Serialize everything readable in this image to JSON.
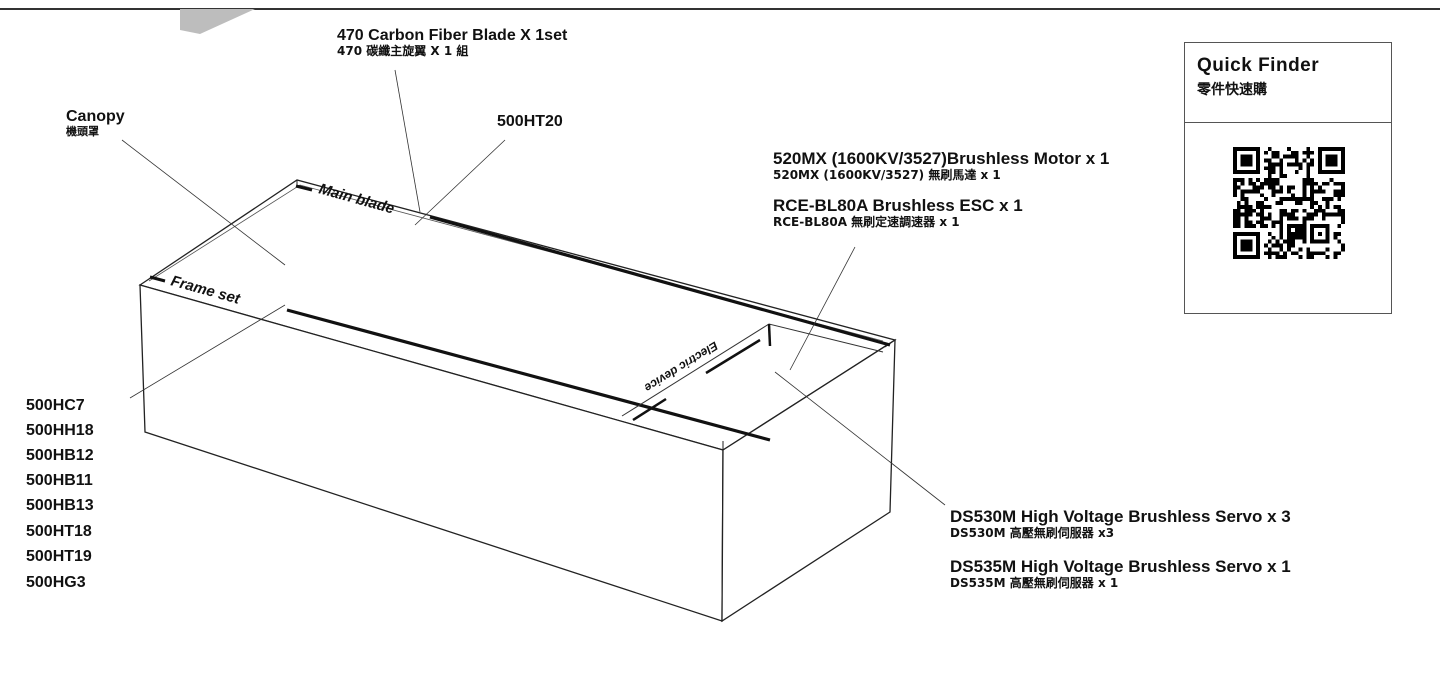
{
  "callouts": {
    "blade_en": "470 Carbon Fiber Blade X 1set",
    "blade_zh": "470 碳纖主旋翼 X 1 組",
    "canopy_en": "Canopy",
    "canopy_zh": "機頭罩",
    "part_500ht20": "500HT20",
    "motor_en": "520MX  (1600KV/3527)Brushless Motor x 1",
    "motor_zh": "520MX (1600KV/3527) 無刷馬達 x 1",
    "esc_en": "RCE-BL80A Brushless ESC x 1",
    "esc_zh": "RCE-BL80A 無刷定速調速器 x 1",
    "servo530_en": "DS530M High Voltage Brushless Servo x 3",
    "servo530_zh": "DS530M 高壓無刷伺服器 x3",
    "servo535_en": "DS535M High Voltage Brushless Servo x 1",
    "servo535_zh": "DS535M 高壓無刷伺服器 x 1"
  },
  "frame_parts": [
    "500HC7",
    "500HH18",
    "500HB12",
    "500HB11",
    "500HB13",
    "500HT18",
    "500HT19",
    "500HG3"
  ],
  "box_labels": {
    "main_blade": "Main blade",
    "frame_set": "Frame set",
    "electric_device": "Electric device"
  },
  "quick_finder": {
    "title": "Quick Finder",
    "subtitle": "零件快速購",
    "qr_icon": "qr-code-icon"
  }
}
